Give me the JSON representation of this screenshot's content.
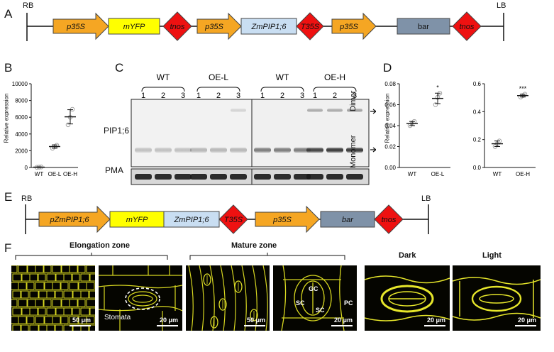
{
  "panels": {
    "A": "A",
    "B": "B",
    "C": "C",
    "D": "D",
    "E": "E",
    "F": "F"
  },
  "constructA": {
    "rb": "RB",
    "lb": "LB",
    "elements": [
      {
        "label": "p35S",
        "kind": "promoter",
        "italic": true
      },
      {
        "label": "mYFP",
        "kind": "gene-yellow",
        "italic": true
      },
      {
        "label": "tnos",
        "kind": "terminator",
        "italic": true
      },
      {
        "label": "p35S",
        "kind": "promoter",
        "italic": true
      },
      {
        "label": "ZmPIP1;6",
        "kind": "gene-blue",
        "italic": true
      },
      {
        "label": "T35S",
        "kind": "terminator",
        "italic": true
      },
      {
        "label": "p35S",
        "kind": "promoter",
        "italic": true
      },
      {
        "label": "bar",
        "kind": "gene-grey",
        "italic": false
      },
      {
        "label": "tnos",
        "kind": "terminator",
        "italic": true
      }
    ]
  },
  "constructE": {
    "rb": "RB",
    "lb": "LB",
    "elements": [
      {
        "label": "pZmPIP1;6",
        "kind": "promoter",
        "italic": true
      },
      {
        "label": "mYFP",
        "kind": "gene-yellow",
        "italic": true
      },
      {
        "label": "ZmPIP1;6",
        "kind": "gene-blue",
        "italic": true
      },
      {
        "label": "T35S",
        "kind": "terminator",
        "italic": true
      },
      {
        "label": "p35S",
        "kind": "promoter",
        "italic": true
      },
      {
        "label": "bar",
        "kind": "gene-grey",
        "italic": true
      },
      {
        "label": "tnos",
        "kind": "terminator",
        "italic": true
      }
    ]
  },
  "colors": {
    "promoter": "#f5a623",
    "gene_yellow": "#ffff00",
    "gene_blue": "#c9def2",
    "gene_grey": "#7f92a8",
    "terminator": "#ee1111"
  },
  "chart_data": [
    {
      "type": "scatter",
      "panel": "B",
      "ylabel": "Relative expression",
      "categories": [
        "WT",
        "OE-L",
        "OE-H"
      ],
      "yticks": [
        0,
        2000,
        4000,
        6000,
        8000,
        10000
      ],
      "ylim": [
        0,
        10000
      ],
      "means": [
        40,
        2500,
        6050
      ],
      "sem": [
        30,
        200,
        850
      ],
      "points": [
        [
          20,
          40,
          60
        ],
        [
          2300,
          2500,
          2650
        ],
        [
          5100,
          6000,
          6950
        ]
      ]
    },
    {
      "type": "scatter",
      "panel": "D-left",
      "ylabel": "Relative expression",
      "categories": [
        "WT",
        "OE-L"
      ],
      "yticks": [
        0.0,
        0.02,
        0.04,
        0.06,
        0.08
      ],
      "ylim": [
        0,
        0.08
      ],
      "means": [
        0.042,
        0.066
      ],
      "sem": [
        0.002,
        0.005
      ],
      "points": [
        [
          0.04,
          0.042,
          0.044
        ],
        [
          0.06,
          0.067,
          0.071
        ]
      ],
      "annotations": [
        "",
        "*"
      ]
    },
    {
      "type": "scatter",
      "panel": "D-right",
      "categories": [
        "WT",
        "OE-H"
      ],
      "yticks": [
        0.0,
        0.2,
        0.4,
        0.6
      ],
      "ylim": [
        0,
        0.6
      ],
      "means": [
        0.17,
        0.515
      ],
      "sem": [
        0.02,
        0.01
      ],
      "points": [
        [
          0.15,
          0.17,
          0.19
        ],
        [
          0.505,
          0.515,
          0.525
        ]
      ],
      "annotations": [
        "",
        "***"
      ]
    }
  ],
  "blot": {
    "groups": [
      "WT",
      "OE-L",
      "WT",
      "OE-H"
    ],
    "lanes": [
      "1",
      "2",
      "3",
      "1",
      "2",
      "3",
      "1",
      "2",
      "3",
      "1",
      "2",
      "3"
    ],
    "row_label": "PIP1;6",
    "loading_label": "PMA",
    "dimer_label": "Dimer",
    "monomer_label": "Monomer"
  },
  "panelF": {
    "elongation_zone": "Elongation zone",
    "mature_zone": "Mature zone",
    "dark": "Dark",
    "light": "Light",
    "stomata": "Stomata",
    "gc": "GC",
    "sc": "SC",
    "pc": "PC",
    "scale_bars": [
      "50 μm",
      "20 μm",
      "50 μm",
      "20 μm",
      "20 μm",
      "20 μm"
    ]
  }
}
